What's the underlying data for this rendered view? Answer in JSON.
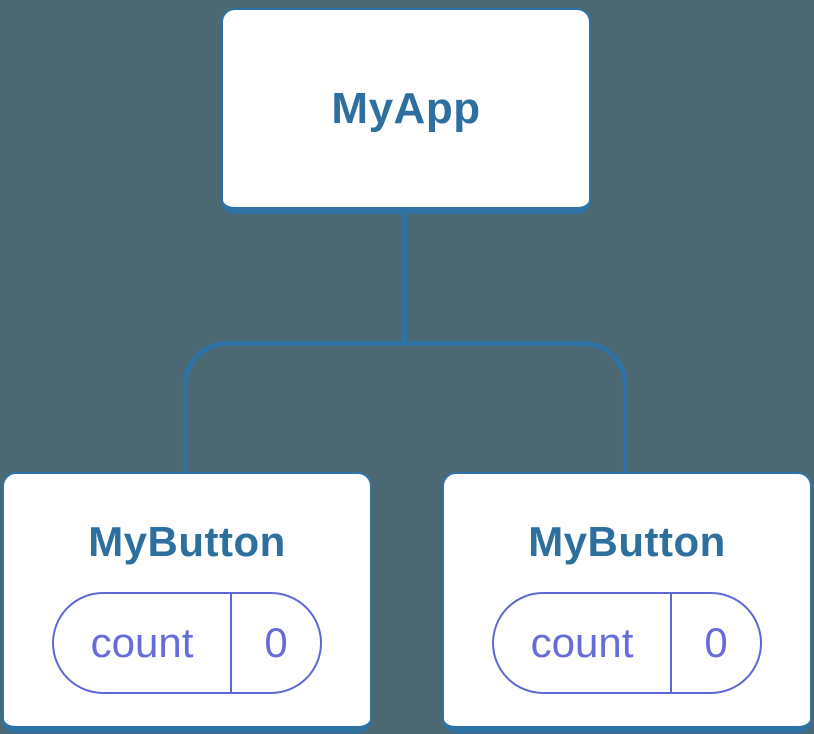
{
  "colors": {
    "background": "#4c6872",
    "connector_blue": "#2f73a6",
    "node_label_blue": "#2d6f9f",
    "state_purple": "#676cdb"
  },
  "tree": {
    "root": {
      "label": "MyApp"
    },
    "children": [
      {
        "label": "MyButton",
        "state": {
          "name": "count",
          "value": "0"
        }
      },
      {
        "label": "MyButton",
        "state": {
          "name": "count",
          "value": "0"
        }
      }
    ]
  }
}
